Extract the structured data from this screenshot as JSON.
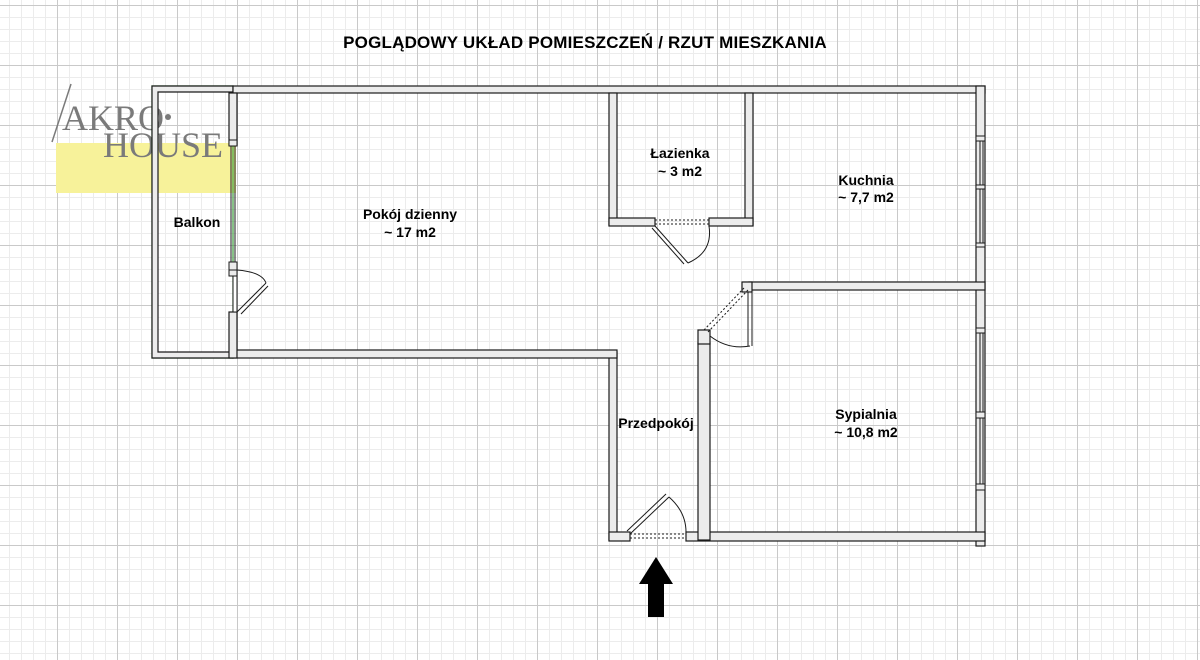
{
  "title": "POGLĄDOWY UKŁAD POMIESZCZEŃ  /  RZUT MIESZKANIA",
  "logo": {
    "line1": "AKRO",
    "line2": "HOUSE",
    "highlight_color": "#f7f29a"
  },
  "rooms": [
    {
      "id": "balkon",
      "name": "Balkon"
    },
    {
      "id": "pokoj",
      "name": "Pokój dzienny",
      "area": "~ 17 m2"
    },
    {
      "id": "lazienka",
      "name": "Łazienka",
      "area": "~ 3 m2"
    },
    {
      "id": "kuchnia",
      "name": "Kuchnia",
      "area": "~ 7,7 m2"
    },
    {
      "id": "przedpokoj",
      "name": "Przedpokój"
    },
    {
      "id": "sypialnia",
      "name": "Sypialnia",
      "area": "~ 10,8 m2"
    }
  ],
  "colors": {
    "wall": "#ececec",
    "wall_edge": "#1a1a1a",
    "balcony_outline": "#3a9a3a",
    "arrow": "#000000"
  },
  "entrance_arrow_icon": "arrow-up-icon"
}
